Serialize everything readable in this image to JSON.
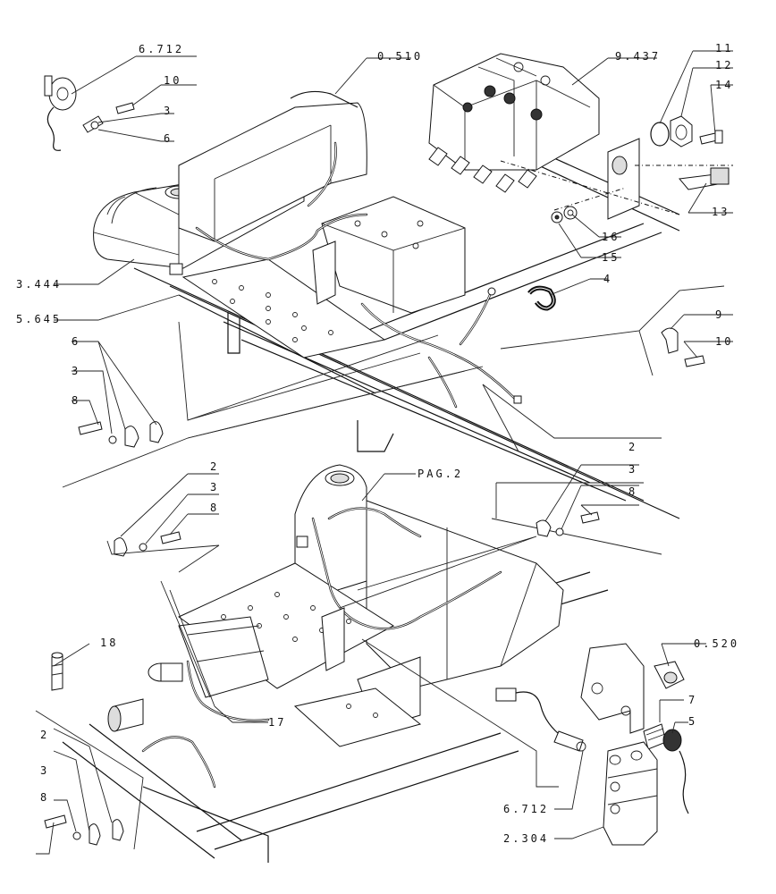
{
  "callouts": {
    "c_6712_top": "6.712",
    "c_10_top": "10",
    "c_3_top": "3",
    "c_6_top": "6",
    "c_0510": "0.510",
    "c_9437": "9.437",
    "c_11": "11",
    "c_12": "12",
    "c_14": "14",
    "c_13": "13",
    "c_16": "16",
    "c_15": "15",
    "c_4": "4",
    "c_3444": "3.444",
    "c_5645": "5.645",
    "c_6_left": "6",
    "c_3_left": "3",
    "c_8_left": "8",
    "c_9": "9",
    "c_10_right": "10",
    "c_2_mid_right": "2",
    "c_3_mid_right": "3",
    "c_8_mid_right": "8",
    "c_2_mid_left": "2",
    "c_3_mid_left": "3",
    "c_8_mid_left": "8",
    "c_pag2": "PAG.2",
    "c_18": "18",
    "c_17": "17",
    "c_0520": "0.520",
    "c_7": "7",
    "c_5": "5",
    "c_2_bottom": "2",
    "c_3_bottom": "3",
    "c_8_bottom": "8",
    "c_6712_bottom": "6.712",
    "c_2304": "2.304"
  }
}
